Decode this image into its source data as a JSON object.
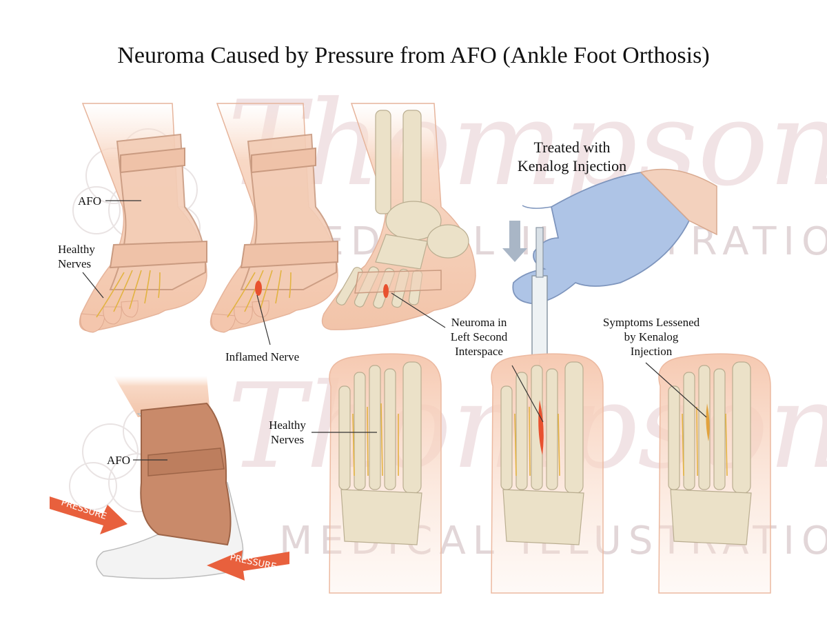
{
  "title": "Neuroma Caused by Pressure from AFO (Ankle Foot Orthosis)",
  "labels": {
    "afo_top": "AFO",
    "healthy_nerves_top": [
      "Healthy",
      "Nerves"
    ],
    "inflamed_nerve": "Inflamed Nerve",
    "neuroma": [
      "Neuroma in",
      "Left Second",
      "Interspace"
    ],
    "treated": [
      "Treated with",
      "Kenalog Injection"
    ],
    "symptoms": [
      "Symptoms Lessened",
      "by Kenalog",
      "Injection"
    ],
    "healthy_nerves_bottom": [
      "Healthy",
      "Nerves"
    ],
    "afo_bottom": "AFO",
    "pressure": "PRESSURE"
  },
  "watermark": {
    "script": "Thompson",
    "text": "MEDICAL ILLUSTRATION"
  },
  "colors": {
    "skin": "#f6d2bd",
    "skin_dark": "#eab59c",
    "brace": "#f3cdb6",
    "brace_brown": "#c98a6a",
    "bone": "#ebe1c8",
    "bone_line": "#b9ad90",
    "nerve": "#e2b340",
    "inflamed": "#e8512f",
    "glove": "#aec4e6",
    "arrow_red": "#e8603d",
    "arrow_blue": "#a9b6c6"
  }
}
